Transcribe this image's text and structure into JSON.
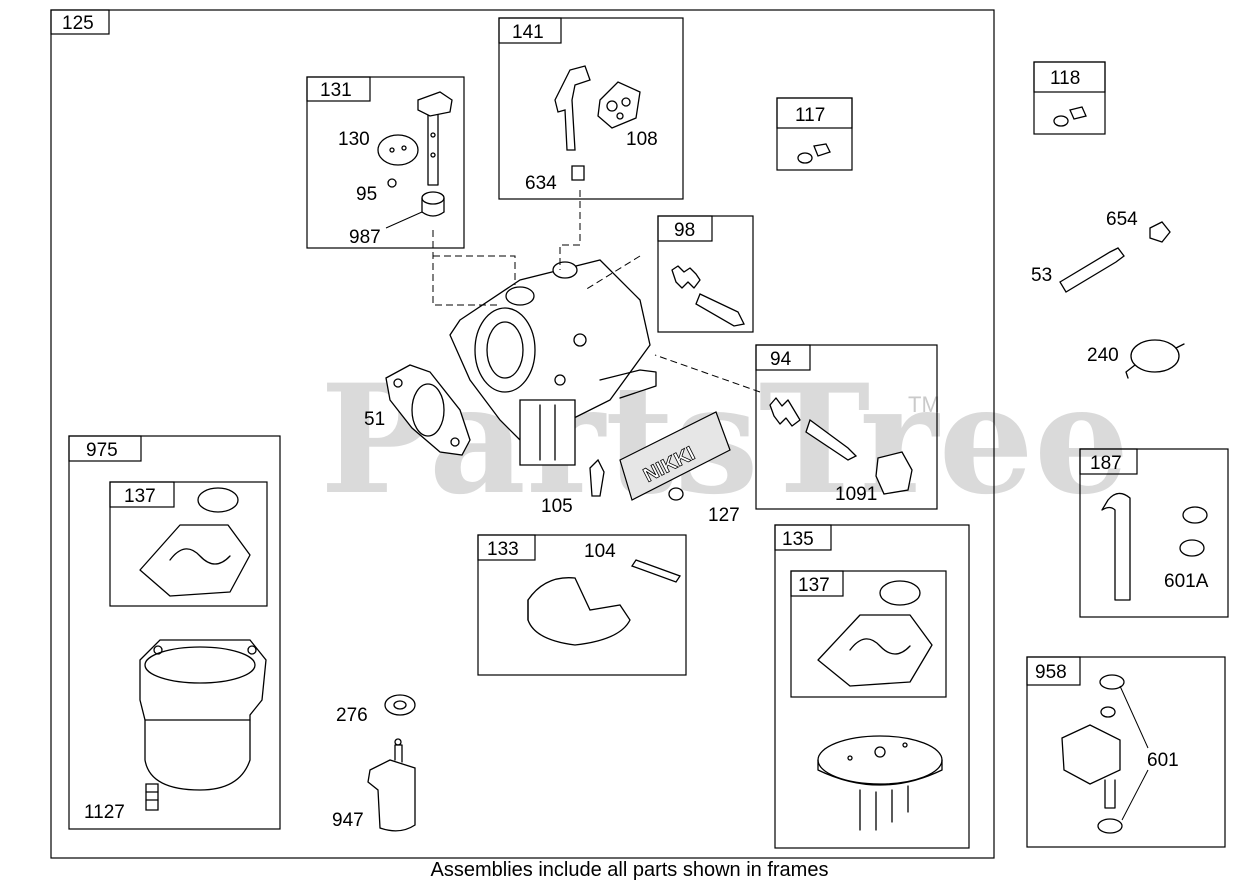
{
  "watermark": {
    "brand": "PartsTree",
    "tm": "TM"
  },
  "caption": "Assemblies include all parts shown in frames",
  "frames": {
    "f125": "125",
    "f131": "131",
    "f141": "141",
    "f117": "117",
    "f118": "118",
    "f98": "98",
    "f94": "94",
    "f975": "975",
    "f137a": "137",
    "f133": "133",
    "f135": "135",
    "f137b": "137",
    "f187": "187",
    "f958": "958"
  },
  "parts": {
    "p130": "130",
    "p95": "95",
    "p987": "987",
    "p108": "108",
    "p634": "634",
    "p654": "654",
    "p53": "53",
    "p240": "240",
    "p51": "51",
    "p1091": "1091",
    "p105": "105",
    "p127": "127",
    "p104": "104",
    "p276": "276",
    "p947": "947",
    "p1127": "1127",
    "p601A": "601A",
    "p601": "601"
  },
  "nikki_label": "NIKKI"
}
